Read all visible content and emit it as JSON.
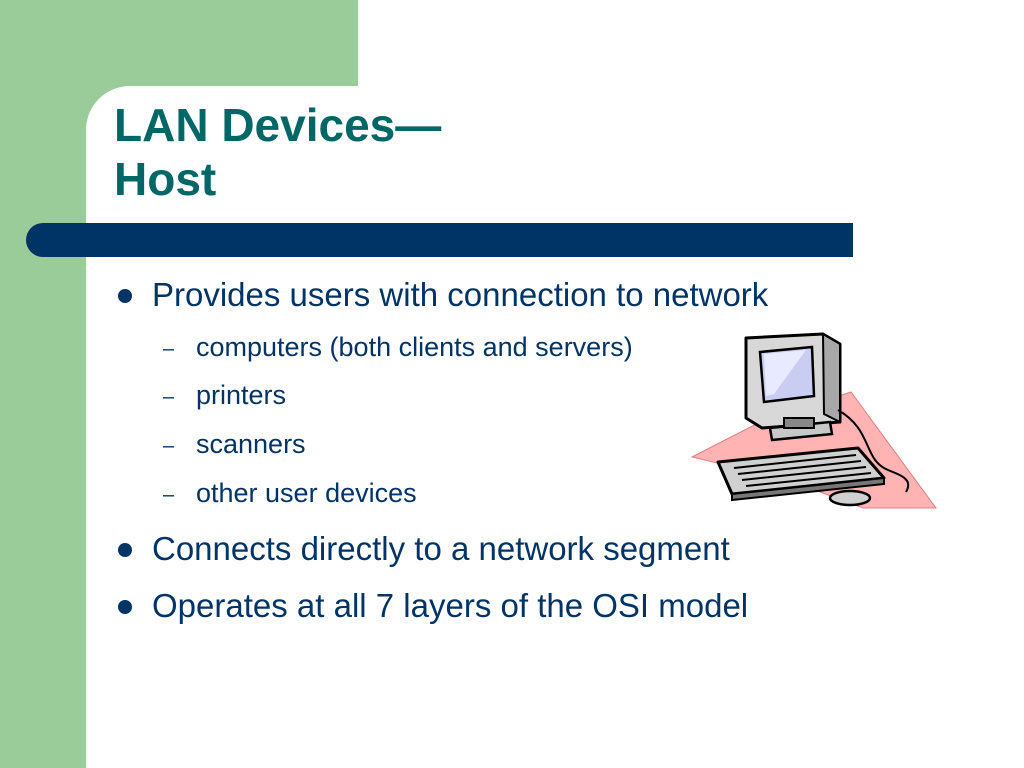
{
  "slide": {
    "title_line1": "LAN Devices—",
    "title_line2": "Host",
    "bullets": [
      {
        "text": "Provides users with connection to network",
        "subitems": [
          "computers (both clients and servers)",
          "printers",
          "scanners",
          "other user devices"
        ]
      },
      {
        "text": "Connects directly to a network segment"
      },
      {
        "text": "Operates at all 7 layers of the OSI model"
      }
    ],
    "dash_char": "–",
    "clipart_icon": "computer-workstation-icon"
  },
  "colors": {
    "band_green": "#99cc99",
    "title_teal": "#006666",
    "navy": "#003366",
    "pink": "#ffb3b3"
  }
}
